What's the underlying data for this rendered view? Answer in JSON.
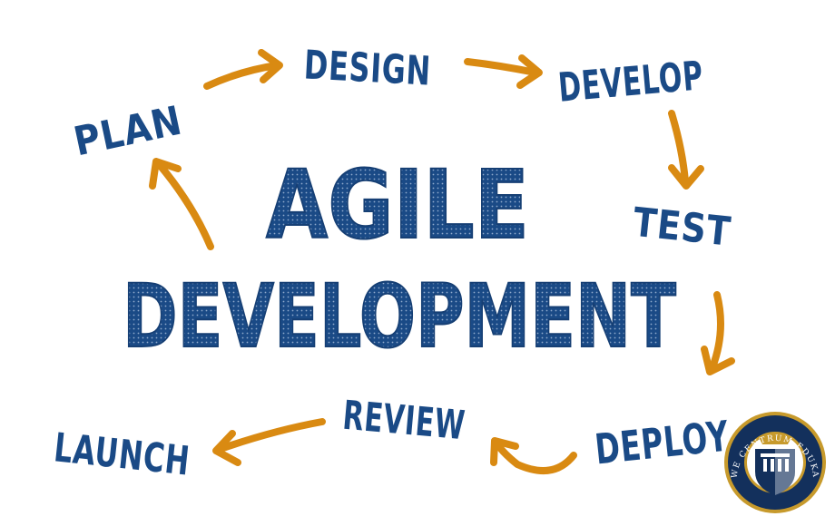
{
  "title": {
    "line1": "AGILE",
    "line2": "DEVELOPMENT"
  },
  "stages": [
    {
      "id": "plan",
      "label": "PLAN"
    },
    {
      "id": "design",
      "label": "DESIGN"
    },
    {
      "id": "develop",
      "label": "DEVELOP"
    },
    {
      "id": "test",
      "label": "TEST"
    },
    {
      "id": "deploy",
      "label": "DEPLOY"
    },
    {
      "id": "review",
      "label": "REVIEW"
    },
    {
      "id": "launch",
      "label": "LAUNCH"
    }
  ],
  "colors": {
    "text": "#1a4a86",
    "arrow": "#d98a12",
    "seal_navy": "#13305c",
    "seal_gold": "#c79a2c"
  },
  "seal": {
    "ring_text": "KRAJOWE CENTRUM EDUKACYJNE",
    "icon": "institution-seal-icon"
  }
}
